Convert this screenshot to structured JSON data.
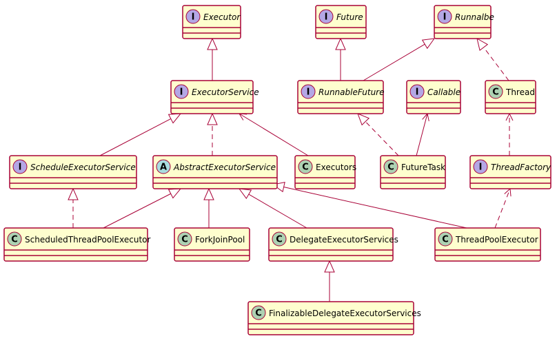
{
  "colors": {
    "box_fill": "#FEFECE",
    "border": "#A80036",
    "interface_badge": "#B4A7E5",
    "class_badge": "#ADD1B2",
    "abstract_badge": "#A9DCDF"
  },
  "classes": [
    {
      "id": "executor",
      "name": "Executor",
      "kind": "interface",
      "badge": "I"
    },
    {
      "id": "future",
      "name": "Future",
      "kind": "interface",
      "badge": "I"
    },
    {
      "id": "runnalbe",
      "name": "Runnalbe",
      "kind": "interface",
      "badge": "I"
    },
    {
      "id": "executor-service",
      "name": "ExecutorService",
      "kind": "interface",
      "badge": "I"
    },
    {
      "id": "runnable-future",
      "name": "RunnableFuture",
      "kind": "interface",
      "badge": "I"
    },
    {
      "id": "callable",
      "name": "Callable",
      "kind": "interface",
      "badge": "I"
    },
    {
      "id": "thread",
      "name": "Thread",
      "kind": "class",
      "badge": "C"
    },
    {
      "id": "schedule-executor-service",
      "name": "ScheduleExecutorService",
      "kind": "interface",
      "badge": "I"
    },
    {
      "id": "abstract-executor-service",
      "name": "AbstractExecutorService",
      "kind": "abstract",
      "badge": "A"
    },
    {
      "id": "executors",
      "name": "Executors",
      "kind": "class",
      "badge": "C"
    },
    {
      "id": "future-task",
      "name": "FutureTask",
      "kind": "class",
      "badge": "C"
    },
    {
      "id": "thread-factory",
      "name": "ThreadFactory",
      "kind": "interface",
      "badge": "I"
    },
    {
      "id": "scheduled-thread-pool-executor",
      "name": "ScheduledThreadPoolExecutor",
      "kind": "class",
      "badge": "C"
    },
    {
      "id": "fork-join-pool",
      "name": "ForkJoinPool",
      "kind": "class",
      "badge": "C"
    },
    {
      "id": "delegate-executor-services",
      "name": "DelegateExecutorServices",
      "kind": "class",
      "badge": "C"
    },
    {
      "id": "thread-pool-executor",
      "name": "ThreadPoolExecutor",
      "kind": "class",
      "badge": "C"
    },
    {
      "id": "finalizable-delegate-executor-services",
      "name": "FinalizableDelegateExecutorServices",
      "kind": "class",
      "badge": "C"
    }
  ],
  "relations": [
    {
      "from": "executor-service",
      "to": "executor",
      "type": "extends"
    },
    {
      "from": "runnable-future",
      "to": "future",
      "type": "extends"
    },
    {
      "from": "runnable-future",
      "to": "runnalbe",
      "type": "extends"
    },
    {
      "from": "thread",
      "to": "runnalbe",
      "type": "implements"
    },
    {
      "from": "schedule-executor-service",
      "to": "executor-service",
      "type": "extends"
    },
    {
      "from": "abstract-executor-service",
      "to": "executor-service",
      "type": "implements"
    },
    {
      "from": "executors",
      "to": "executor-service",
      "type": "association"
    },
    {
      "from": "future-task",
      "to": "runnable-future",
      "type": "implements"
    },
    {
      "from": "future-task",
      "to": "callable",
      "type": "association"
    },
    {
      "from": "thread-factory",
      "to": "thread",
      "type": "dependency"
    },
    {
      "from": "scheduled-thread-pool-executor",
      "to": "schedule-executor-service",
      "type": "implements"
    },
    {
      "from": "scheduled-thread-pool-executor",
      "to": "abstract-executor-service",
      "type": "extends"
    },
    {
      "from": "fork-join-pool",
      "to": "abstract-executor-service",
      "type": "extends"
    },
    {
      "from": "delegate-executor-services",
      "to": "abstract-executor-service",
      "type": "extends"
    },
    {
      "from": "thread-pool-executor",
      "to": "abstract-executor-service",
      "type": "extends"
    },
    {
      "from": "thread-pool-executor",
      "to": "thread-factory",
      "type": "dependency"
    },
    {
      "from": "finalizable-delegate-executor-services",
      "to": "delegate-executor-services",
      "type": "extends"
    }
  ]
}
